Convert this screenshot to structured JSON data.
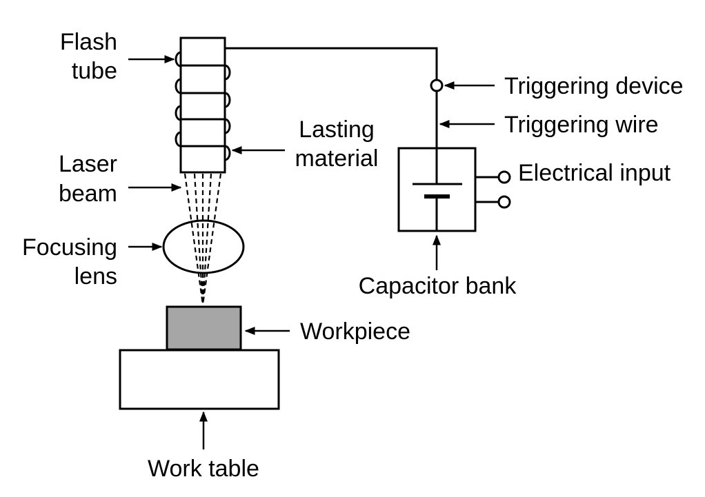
{
  "labels": {
    "flash_tube_line1": "Flash",
    "flash_tube_line2": "tube",
    "laser_beam_line1": "Laser",
    "laser_beam_line2": "beam",
    "focusing_lens_line1": "Focusing",
    "focusing_lens_line2": "lens",
    "lasting_material_line1": "Lasting",
    "lasting_material_line2": "material",
    "triggering_device": "Triggering device",
    "triggering_wire": "Triggering wire",
    "electrical_input": "Electrical input",
    "capacitor_bank": "Capacitor bank",
    "workpiece": "Workpiece",
    "work_table": "Work table"
  },
  "colors": {
    "line": "#000000",
    "workpiece_fill": "#a6a6a6",
    "background": "#ffffff"
  }
}
